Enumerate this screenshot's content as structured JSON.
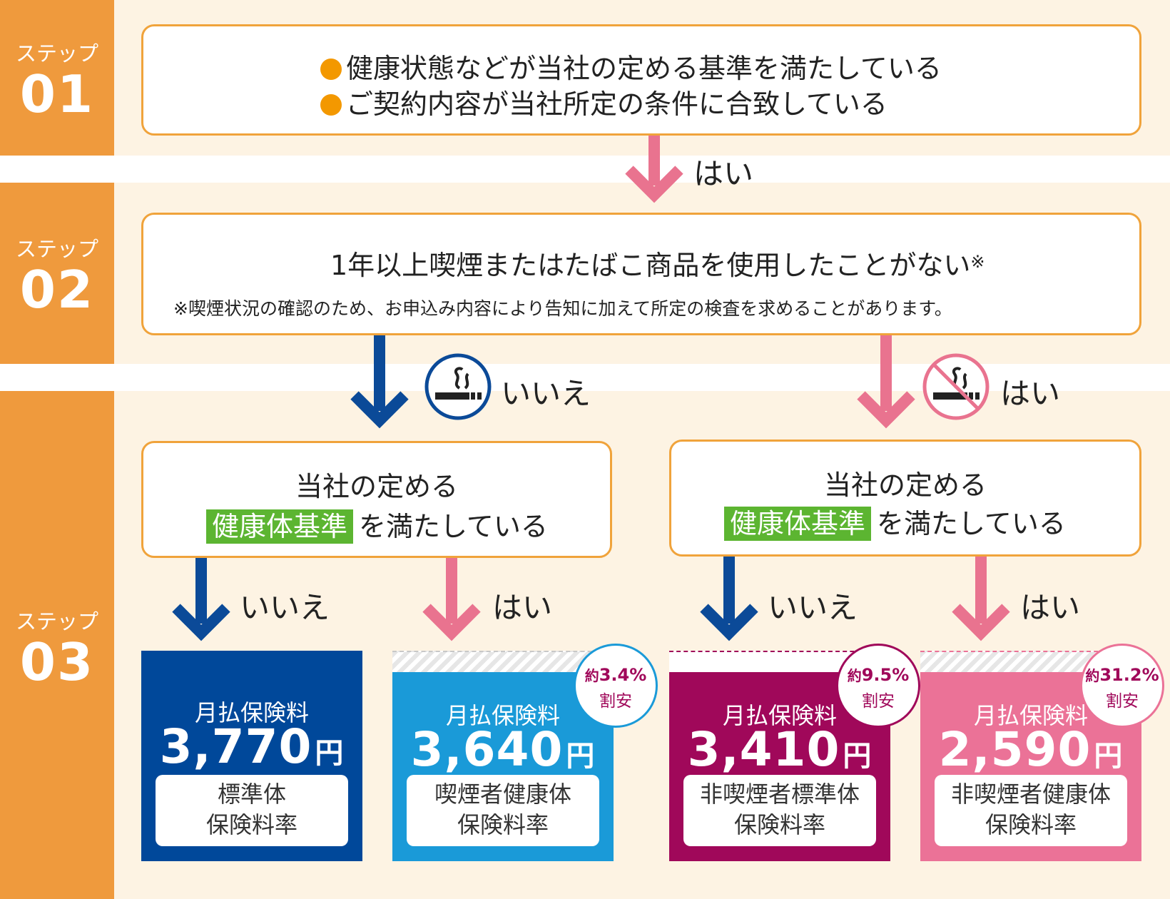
{
  "steps": [
    {
      "word": "ステップ",
      "num": "01"
    },
    {
      "word": "ステップ",
      "num": "02"
    },
    {
      "word": "ステップ",
      "num": "03"
    }
  ],
  "step1": {
    "lines": [
      "健康状態などが当社の定める基準を満たしている",
      "ご契約内容が当社所定の条件に合致している"
    ],
    "answer": "はい"
  },
  "step2": {
    "question": "1年以上喫煙またはたばこ商品を使用したことがない",
    "mark": "※",
    "note": "※喫煙状況の確認のため、お申込み内容により告知に加えて所定の検査を求めることがあります。",
    "no": "いいえ",
    "yes": "はい"
  },
  "step3": {
    "q_line1": "当社の定める",
    "q_highlight": "健康体基準",
    "q_line2": "を満たしている",
    "no": "いいえ",
    "yes": "はい"
  },
  "cards": [
    {
      "label": "月払保険料",
      "price": "3,770",
      "yen": "円",
      "rate_line1": "標準体",
      "rate_line2": "保険料率",
      "color": "#00489a"
    },
    {
      "label": "月払保険料",
      "price": "3,640",
      "yen": "円",
      "rate_line1": "喫煙者健康体",
      "rate_line2": "保険料率",
      "color": "#1a9ad8",
      "discount_prefix": "約",
      "discount_value": "3.4%",
      "discount_word": "割安"
    },
    {
      "label": "月払保険料",
      "price": "3,410",
      "yen": "円",
      "rate_line1": "非喫煙者標準体",
      "rate_line2": "保険料率",
      "color": "#a0085a",
      "discount_prefix": "約",
      "discount_value": "9.5%",
      "discount_word": "割安"
    },
    {
      "label": "月払保険料",
      "price": "2,590",
      "yen": "円",
      "rate_line1": "非喫煙者健康体",
      "rate_line2": "保険料率",
      "color": "#eb7297",
      "discount_prefix": "約",
      "discount_value": "31.2%",
      "discount_word": "割安"
    }
  ],
  "icons": {
    "smoking": "smoking-icon",
    "no_smoking": "no-smoking-icon",
    "bullet": "orange-bullet"
  },
  "colors": {
    "orange": "#ef9a3d",
    "band": "#fdf3e3",
    "blue": "#0b4a98",
    "pink": "#e9738f",
    "green": "#5cb531"
  }
}
